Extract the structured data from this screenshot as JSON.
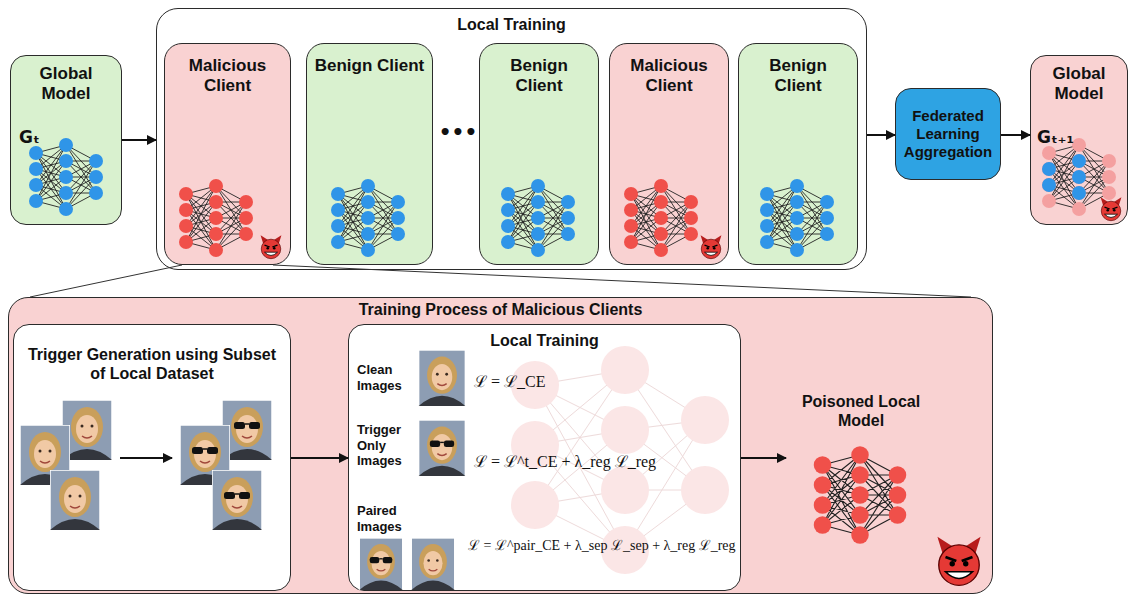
{
  "diagram": {
    "nodes": [
      {
        "text": [
          "Global Model",
          "Gₜ"
        ]
      },
      {
        "text": [
          "Local Training"
        ]
      },
      {
        "text": [
          "Malicious Client"
        ],
        "in": 1
      },
      {
        "text": [
          "Benign Client"
        ],
        "in": 1
      },
      {
        "text": [
          "Benign Client"
        ],
        "in": 1
      },
      {
        "text": [
          "Malicious Client"
        ],
        "in": 1
      },
      {
        "text": [
          "Benign Client"
        ],
        "in": 1
      },
      {
        "text": [
          "Federated Learning Aggregation"
        ]
      },
      {
        "text": [
          "Global Model",
          "Gₜ₊₁"
        ]
      },
      {
        "text": [
          "Training Process of Malicious Clients"
        ]
      },
      {
        "text": [
          "Trigger Generation using Subset of Local Dataset"
        ],
        "in": 9
      },
      {
        "text": [
          "Local Training"
        ],
        "in": 9
      },
      {
        "text": [
          "Poisoned Local Model"
        ],
        "in": 9
      }
    ],
    "edges": [
      {
        "from": 0,
        "to": 1,
        "arrow": "to"
      },
      {
        "from": 1,
        "to": 7,
        "arrow": "to"
      },
      {
        "from": 7,
        "to": 8,
        "arrow": "to"
      },
      {
        "from": 2,
        "to": 9,
        "arrow": "none"
      },
      {
        "from": 10,
        "to": 11,
        "arrow": "to"
      },
      {
        "from": 11,
        "to": 12,
        "arrow": "to"
      }
    ],
    "labels": [
      "•••",
      "Clean Images",
      "Trigger Only Images",
      "Paired Images",
      "ℒ = ℒ_CE",
      "ℒ = ℒ^t_CE + λ_reg ℒ_reg",
      "ℒ = ℒ^pair_CE + λ_sep ℒ_sep + λ_reg ℒ_reg"
    ]
  }
}
